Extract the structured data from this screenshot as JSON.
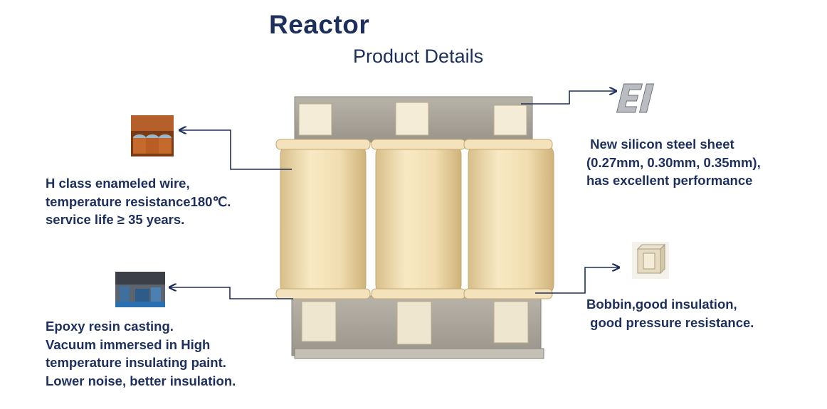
{
  "header": {
    "title": "Reactor",
    "subtitle": "Product Details"
  },
  "callouts": {
    "wire": "H class enameled wire,\ntemperature resistance180℃.\nservice life ≥ 35 years.",
    "epoxy": "Epoxy resin casting.\nVacuum immersed in High\ntemperature insulating paint.\nLower noise, better insulation.",
    "steel": " New silicon steel sheet\n(0.27mm, 0.30mm, 0.35mm),\nhas excellent performance",
    "bobbin": "Bobbin,good insulation,\n good pressure resistance."
  },
  "colors": {
    "text": "#1d2f5c",
    "leader_line": "#1d2f5c",
    "coil": "#f1ddb0",
    "steel": "#a9a49a"
  },
  "images": {
    "wire_thumbnail": "copper-wire-spools",
    "factory_thumbnail": "epoxy-casting-workshop",
    "steel_thumbnail": "ei-silicon-steel-sheet",
    "bobbin_thumbnail": "insulating-bobbin",
    "product": "three-phase-reactor-photo"
  }
}
